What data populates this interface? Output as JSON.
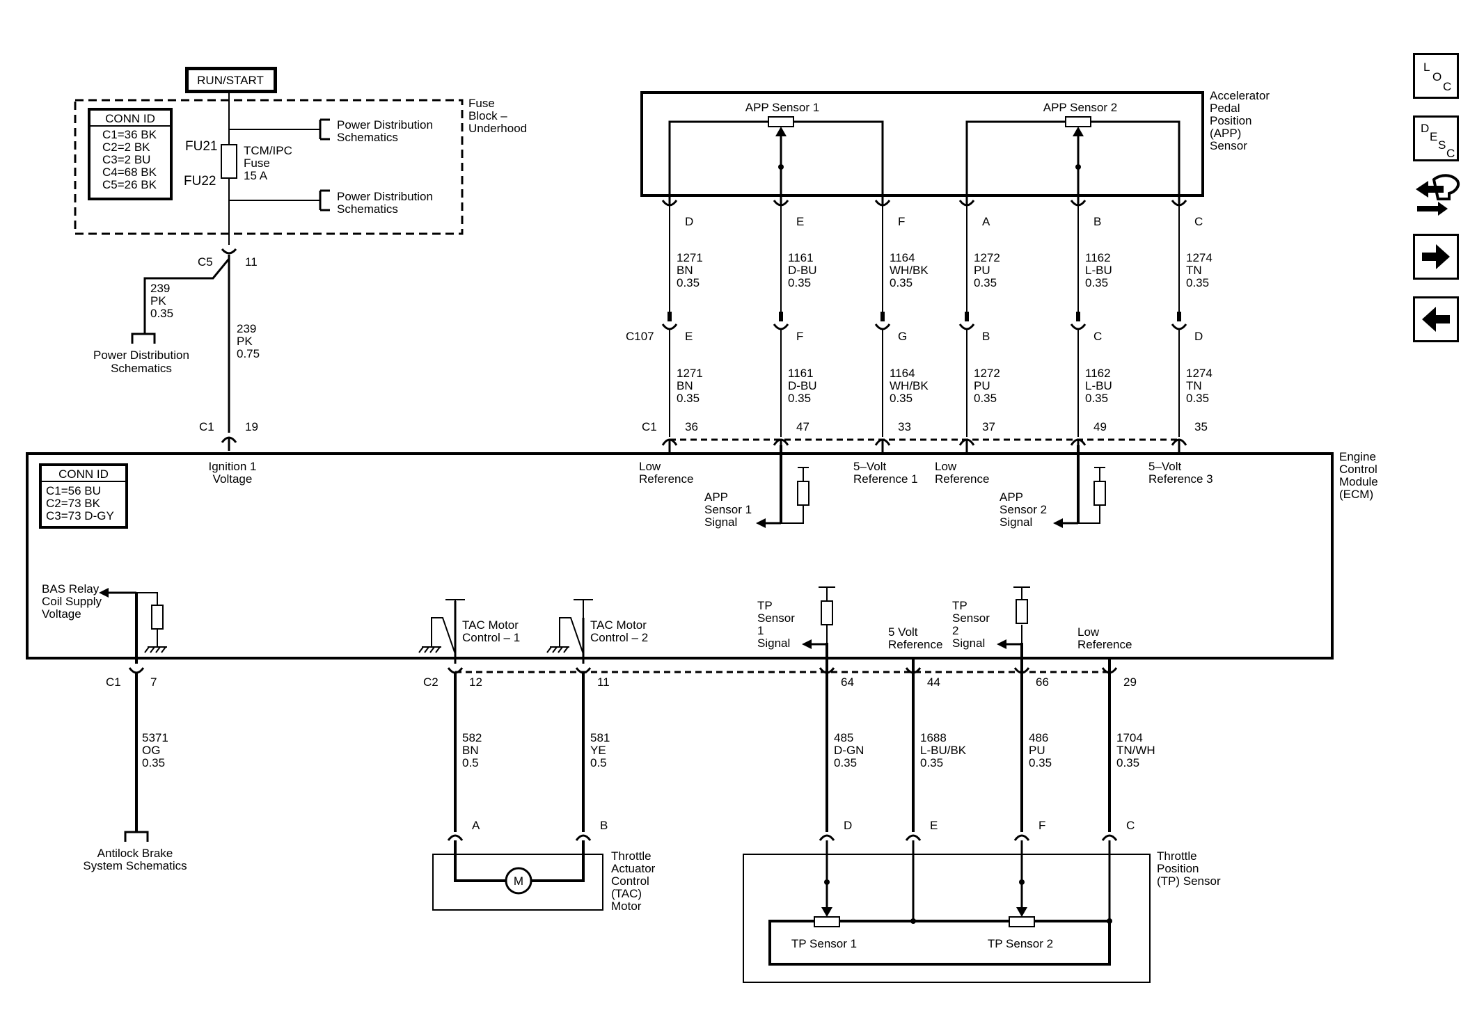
{
  "power": {
    "run_start": "RUN/START",
    "fuse_block": [
      "Fuse",
      "Block –",
      "Underhood"
    ],
    "conn1": {
      "title": "CONN ID",
      "lines": [
        "C1=36 BK",
        "C2=2 BK",
        "C3=2 BU",
        "C4=68 BK",
        "C5=26 BK"
      ]
    },
    "fu21": "FU21",
    "fu22": "FU22",
    "fuse_name": [
      "TCM/IPC",
      "Fuse",
      "15 A"
    ],
    "pds_a": [
      "Power Distribution",
      "Schematics"
    ],
    "pds_b": [
      "Power Distribution",
      "Schematics"
    ],
    "pds_c": [
      "Power Distribution",
      "Schematics"
    ],
    "c5": "C5",
    "c5_pin": "11",
    "wire_pk1": [
      "239",
      "PK",
      "0.35"
    ],
    "wire_pk2": [
      "239",
      "PK",
      "0.75"
    ],
    "c1": "C1",
    "c1_pin": "19"
  },
  "app": {
    "name": [
      "Accelerator",
      "Pedal",
      "Position",
      "(APP)",
      "Sensor"
    ],
    "sensor1": "APP Sensor 1",
    "sensor2": "APP Sensor 2",
    "c107": "C107",
    "c1": "C1",
    "circuits": [
      {
        "top": "D",
        "mid": "E",
        "num": "1271",
        "color": "BN",
        "gauge": "0.35",
        "pin": "36"
      },
      {
        "top": "E",
        "mid": "F",
        "num": "1161",
        "color": "D-BU",
        "gauge": "0.35",
        "pin": "47"
      },
      {
        "top": "F",
        "mid": "G",
        "num": "1164",
        "color": "WH/BK",
        "gauge": "0.35",
        "pin": "33"
      },
      {
        "top": "A",
        "mid": "B",
        "num": "1272",
        "color": "PU",
        "gauge": "0.35",
        "pin": "37"
      },
      {
        "top": "B",
        "mid": "C",
        "num": "1162",
        "color": "L-BU",
        "gauge": "0.35",
        "pin": "49"
      },
      {
        "top": "C",
        "mid": "D",
        "num": "1274",
        "color": "TN",
        "gauge": "0.35",
        "pin": "35"
      }
    ]
  },
  "ecm": {
    "name": [
      "Engine",
      "Control",
      "Module",
      "(ECM)"
    ],
    "conn": {
      "title": "CONN ID",
      "lines": [
        "C1=56 BU",
        "C2=73 BK",
        "C3=73 D-GY"
      ]
    },
    "ignition": [
      "Ignition 1",
      "Voltage"
    ],
    "low_ref1": [
      "Low",
      "Reference"
    ],
    "five_v1": [
      "5–Volt",
      "Reference 1"
    ],
    "low_ref2": [
      "Low",
      "Reference"
    ],
    "five_v3": [
      "5–Volt",
      "Reference 3"
    ],
    "app1_sig": [
      "APP",
      "Sensor 1",
      "Signal"
    ],
    "app2_sig": [
      "APP",
      "Sensor 2",
      "Signal"
    ],
    "bas": [
      "BAS Relay",
      "Coil Supply",
      "Voltage"
    ],
    "tac1": [
      "TAC Motor",
      "Control – 1"
    ],
    "tac2": [
      "TAC Motor",
      "Control – 2"
    ],
    "tp1_sig": [
      "TP",
      "Sensor",
      "1",
      "Signal"
    ],
    "five_v_ref": [
      "5 Volt",
      "Reference"
    ],
    "tp2_sig": [
      "TP",
      "Sensor",
      "2",
      "Signal"
    ],
    "low_ref3": [
      "Low",
      "Reference"
    ]
  },
  "bottom": {
    "c1": "C1",
    "c1_pin": "7",
    "c2": "C2",
    "bas_wire": [
      "5371",
      "OG",
      "0.35"
    ],
    "abs": [
      "Antilock Brake",
      "System Schematics"
    ],
    "tac_wires": [
      {
        "pin": "12",
        "num": "582",
        "color": "BN",
        "gauge": "0.5",
        "term": "A"
      },
      {
        "pin": "11",
        "num": "581",
        "color": "YE",
        "gauge": "0.5",
        "term": "B"
      }
    ],
    "motor": "M",
    "tac_name": [
      "Throttle",
      "Actuator",
      "Control",
      "(TAC)",
      "Motor"
    ],
    "tp_wires": [
      {
        "pin": "64",
        "num": "485",
        "color": "D-GN",
        "gauge": "0.35",
        "term": "D"
      },
      {
        "pin": "44",
        "num": "1688",
        "color": "L-BU/BK",
        "gauge": "0.35",
        "term": "E"
      },
      {
        "pin": "66",
        "num": "486",
        "color": "PU",
        "gauge": "0.35",
        "term": "F"
      },
      {
        "pin": "29",
        "num": "1704",
        "color": "TN/WH",
        "gauge": "0.35",
        "term": "C"
      }
    ],
    "tp_name": [
      "Throttle",
      "Position",
      "(TP) Sensor"
    ],
    "tp_sensor1": "TP Sensor 1",
    "tp_sensor2": "TP Sensor 2"
  },
  "nav": {
    "loc": [
      "L",
      "O",
      "C"
    ],
    "desc": [
      "D",
      "E",
      "S",
      "C"
    ],
    "icons": [
      "components-hand-icon",
      "next-arrow-icon",
      "previous-arrow-icon"
    ]
  }
}
